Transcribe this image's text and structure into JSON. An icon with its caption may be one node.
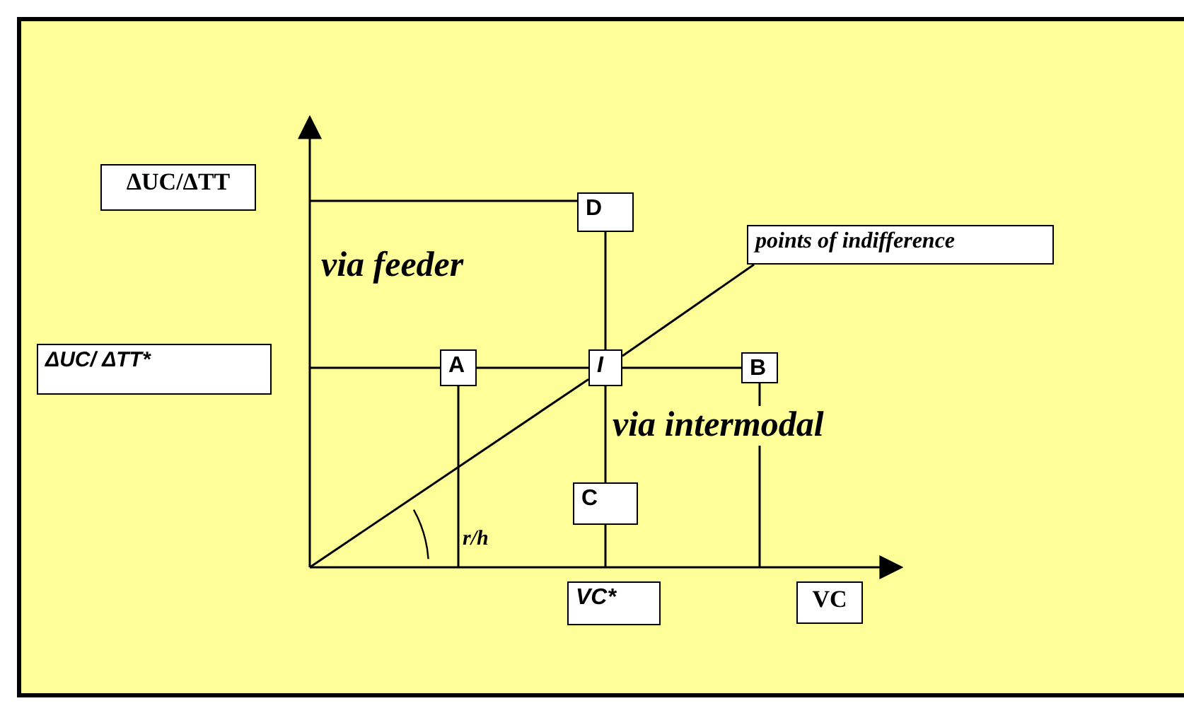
{
  "diagram": {
    "nodes": [
      {
        "text": [
          "ΔUC/ΔTT"
        ]
      },
      {
        "text": [
          "D"
        ]
      },
      {
        "text": [
          "points of indifference"
        ]
      },
      {
        "text": [
          "ΔUC/ ΔTT*"
        ]
      },
      {
        "text": [
          "A"
        ]
      },
      {
        "text": [
          "I"
        ]
      },
      {
        "text": [
          "B"
        ]
      },
      {
        "text": [
          "C"
        ]
      },
      {
        "text": [
          "VC*"
        ]
      },
      {
        "text": [
          "VC"
        ]
      },
      {
        "text": [],
        "shape": "arrow"
      },
      {
        "text": [],
        "shape": "arrow"
      }
    ],
    "edges": [
      {
        "from": 10,
        "to": 1,
        "arrow": "none"
      },
      {
        "from": 10,
        "to": 4,
        "arrow": "none"
      },
      {
        "from": 4,
        "to": 5,
        "arrow": "none"
      },
      {
        "from": 5,
        "to": 6,
        "arrow": "none"
      },
      {
        "from": 1,
        "to": 5,
        "arrow": "none"
      },
      {
        "from": 5,
        "to": 7,
        "arrow": "none"
      },
      {
        "from": 7,
        "to": 11,
        "arrow": "none"
      },
      {
        "from": 4,
        "to": 11,
        "arrow": "none"
      },
      {
        "from": 6,
        "to": 11,
        "arrow": "none"
      },
      {
        "from": 10,
        "to": 5,
        "arrow": "none"
      },
      {
        "from": 5,
        "to": 2,
        "arrow": "none"
      }
    ],
    "labels": [
      "via feeder",
      "via intermodal",
      "r/h"
    ]
  }
}
